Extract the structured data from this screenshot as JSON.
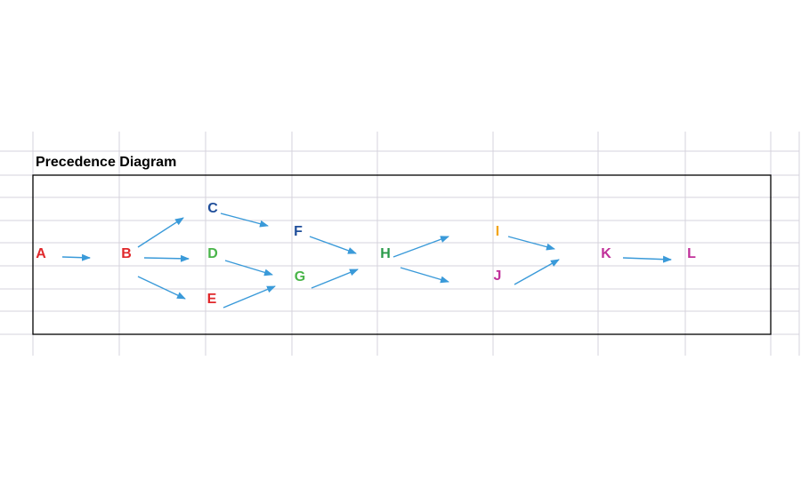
{
  "title": "Precedence Diagram",
  "colors": {
    "arrow": "#3a9ad9",
    "grid": "#d6d3dc",
    "border": "#000000"
  },
  "nodes": [
    {
      "id": "A",
      "label": "A",
      "color": "#e0282b"
    },
    {
      "id": "B",
      "label": "B",
      "color": "#e0282b"
    },
    {
      "id": "C",
      "label": "C",
      "color": "#1f4e9a"
    },
    {
      "id": "D",
      "label": "D",
      "color": "#4ab54a"
    },
    {
      "id": "E",
      "label": "E",
      "color": "#e0282b"
    },
    {
      "id": "F",
      "label": "F",
      "color": "#1f4e9a"
    },
    {
      "id": "G",
      "label": "G",
      "color": "#4ab54a"
    },
    {
      "id": "H",
      "label": "H",
      "color": "#2a9a4a"
    },
    {
      "id": "I",
      "label": "I",
      "color": "#f2a51c"
    },
    {
      "id": "J",
      "label": "J",
      "color": "#c0309a"
    },
    {
      "id": "K",
      "label": "K",
      "color": "#c0309a"
    },
    {
      "id": "L",
      "label": "L",
      "color": "#c0309a"
    }
  ],
  "edges": [
    {
      "from": "A",
      "to": "B"
    },
    {
      "from": "B",
      "to": "C"
    },
    {
      "from": "B",
      "to": "D"
    },
    {
      "from": "B",
      "to": "E"
    },
    {
      "from": "C",
      "to": "F"
    },
    {
      "from": "D",
      "to": "G"
    },
    {
      "from": "E",
      "to": "G"
    },
    {
      "from": "F",
      "to": "H"
    },
    {
      "from": "G",
      "to": "H"
    },
    {
      "from": "H",
      "to": "I"
    },
    {
      "from": "H",
      "to": "J"
    },
    {
      "from": "I",
      "to": "K"
    },
    {
      "from": "J",
      "to": "K"
    },
    {
      "from": "K",
      "to": "L"
    }
  ]
}
